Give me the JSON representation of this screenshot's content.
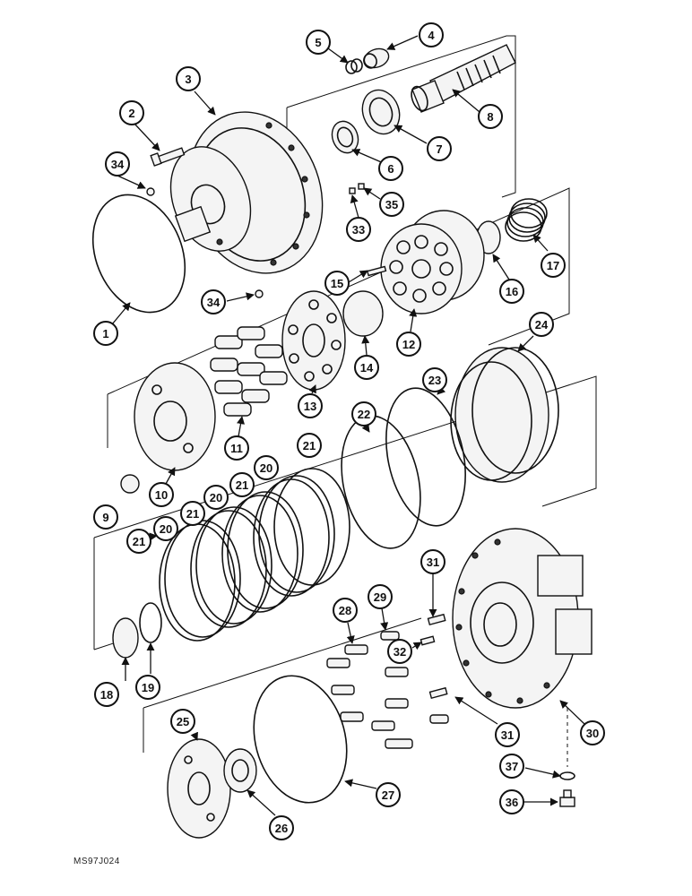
{
  "drawing_code": "MS97J024",
  "callouts": [
    "1",
    "2",
    "3",
    "4",
    "5",
    "6",
    "7",
    "8",
    "9",
    "10",
    "11",
    "12",
    "13",
    "14",
    "15",
    "16",
    "17",
    "18",
    "19",
    "20",
    "21",
    "22",
    "23",
    "24",
    "25",
    "26",
    "27",
    "28",
    "29",
    "30",
    "31",
    "32",
    "33",
    "34",
    "35",
    "36",
    "37"
  ]
}
